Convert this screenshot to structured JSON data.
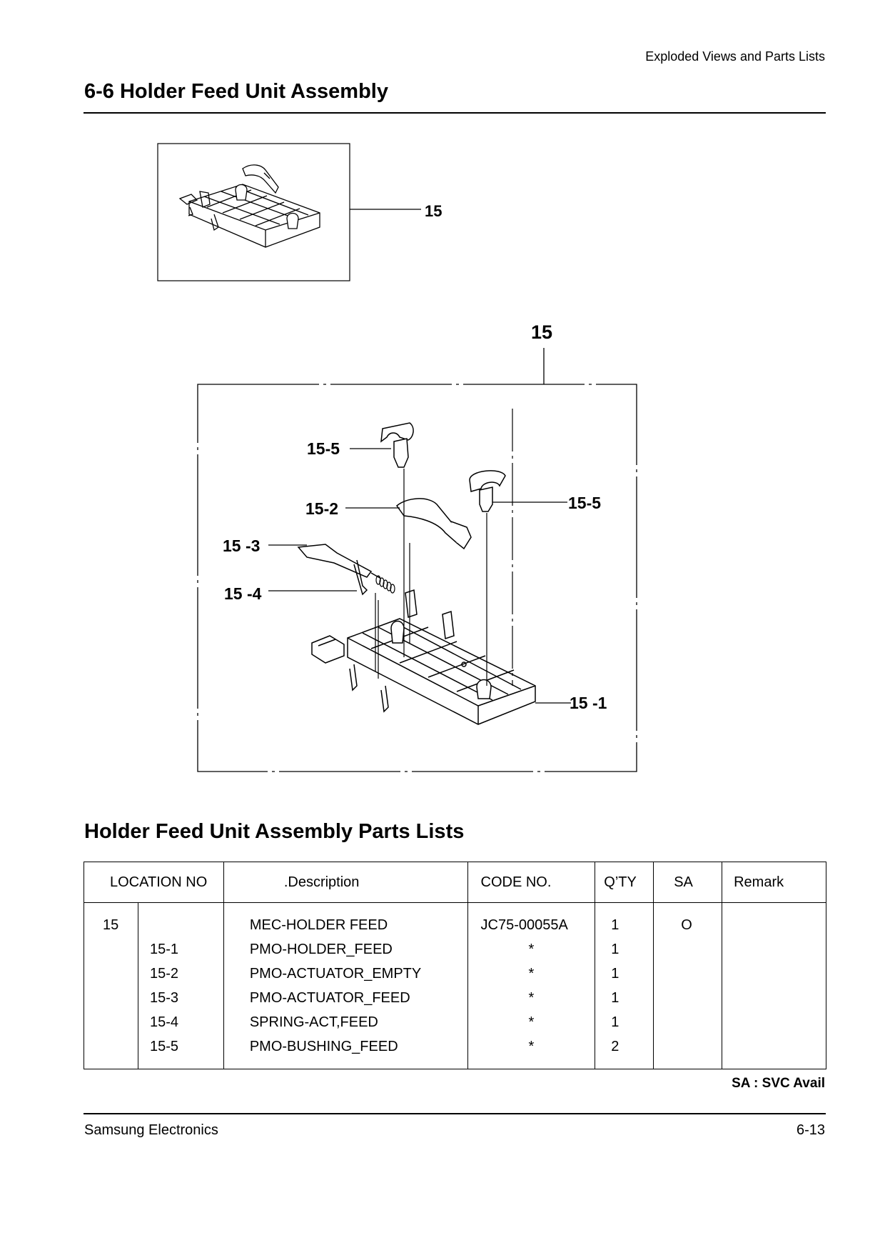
{
  "header": {
    "section": "Exploded Views and Parts Lists"
  },
  "title": "6-6  Holder Feed Unit Assembly",
  "figure": {
    "overview_callout": "15",
    "exploded_callout": "15",
    "labels": {
      "p15_5a": "15-5",
      "p15_2": "15-2",
      "p15_3": "15 -3",
      "p15_4": "15 -4",
      "p15_5b": "15-5",
      "p15_1": "15 -1"
    }
  },
  "parts_list": {
    "title": "Holder Feed Unit Assembly Parts Lists",
    "headers": {
      "location": "LOCATION NO",
      "description": ".Description",
      "code": "CODE NO.",
      "qty": "Q’TY",
      "sa": "SA",
      "remark": "Remark"
    },
    "rows": [
      {
        "loc": "15",
        "sub": "",
        "description": "MEC-HOLDER FEED",
        "code": "JC75-00055A",
        "qty": "1",
        "sa": "O",
        "remark": ""
      },
      {
        "loc": "",
        "sub": "15-1",
        "description": "PMO-HOLDER_FEED",
        "code": "*",
        "qty": "1",
        "sa": "",
        "remark": ""
      },
      {
        "loc": "",
        "sub": "15-2",
        "description": "PMO-ACTUATOR_EMPTY",
        "code": "*",
        "qty": "1",
        "sa": "",
        "remark": ""
      },
      {
        "loc": "",
        "sub": "15-3",
        "description": "PMO-ACTUATOR_FEED",
        "code": "*",
        "qty": "1",
        "sa": "",
        "remark": ""
      },
      {
        "loc": "",
        "sub": "15-4",
        "description": "SPRING-ACT,FEED",
        "code": "*",
        "qty": "1",
        "sa": "",
        "remark": ""
      },
      {
        "loc": "",
        "sub": "15-5",
        "description": "PMO-BUSHING_FEED",
        "code": "*",
        "qty": "2",
        "sa": "",
        "remark": ""
      }
    ],
    "footnote": "SA : SVC Avail"
  },
  "footer": {
    "company": "Samsung Electronics",
    "page": "6-13"
  }
}
